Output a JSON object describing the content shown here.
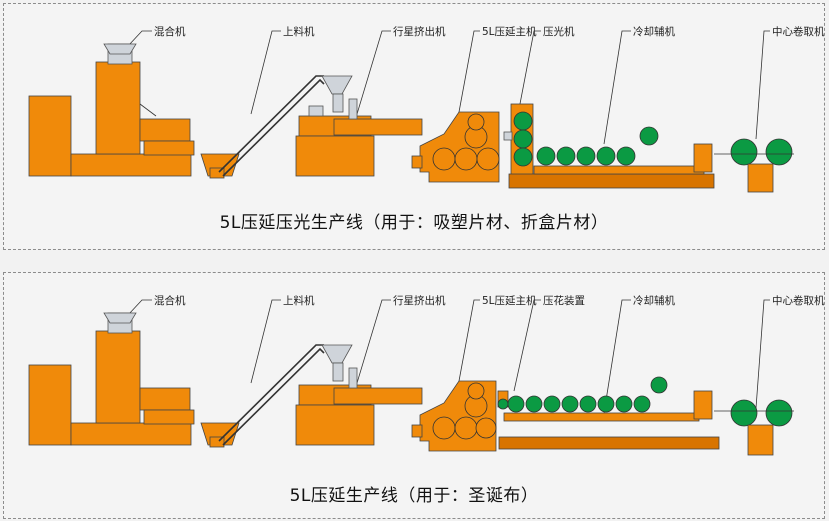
{
  "panels": [
    {
      "labels": {
        "mixer": "混合机",
        "loader": "上料机",
        "extruder": "行星挤出机",
        "calender": "5L压延主机",
        "polisher": "压光机",
        "cooling": "冷却辅机",
        "winder": "中心卷取机"
      },
      "caption": "5L压延压光生产线（用于：吸塑片材、折盒片材）"
    },
    {
      "labels": {
        "mixer": "混合机",
        "loader": "上料机",
        "extruder": "行星挤出机",
        "calender": "5L压延主机",
        "embosser": "压花装置",
        "cooling": "冷却辅机",
        "winder": "中心卷取机"
      },
      "caption": "5L压延生产线（用于：圣诞布）"
    }
  ],
  "colors": {
    "machine_orange": "#f08a0a",
    "roller_green": "#0b9a43",
    "background": "#f4f4f4"
  }
}
